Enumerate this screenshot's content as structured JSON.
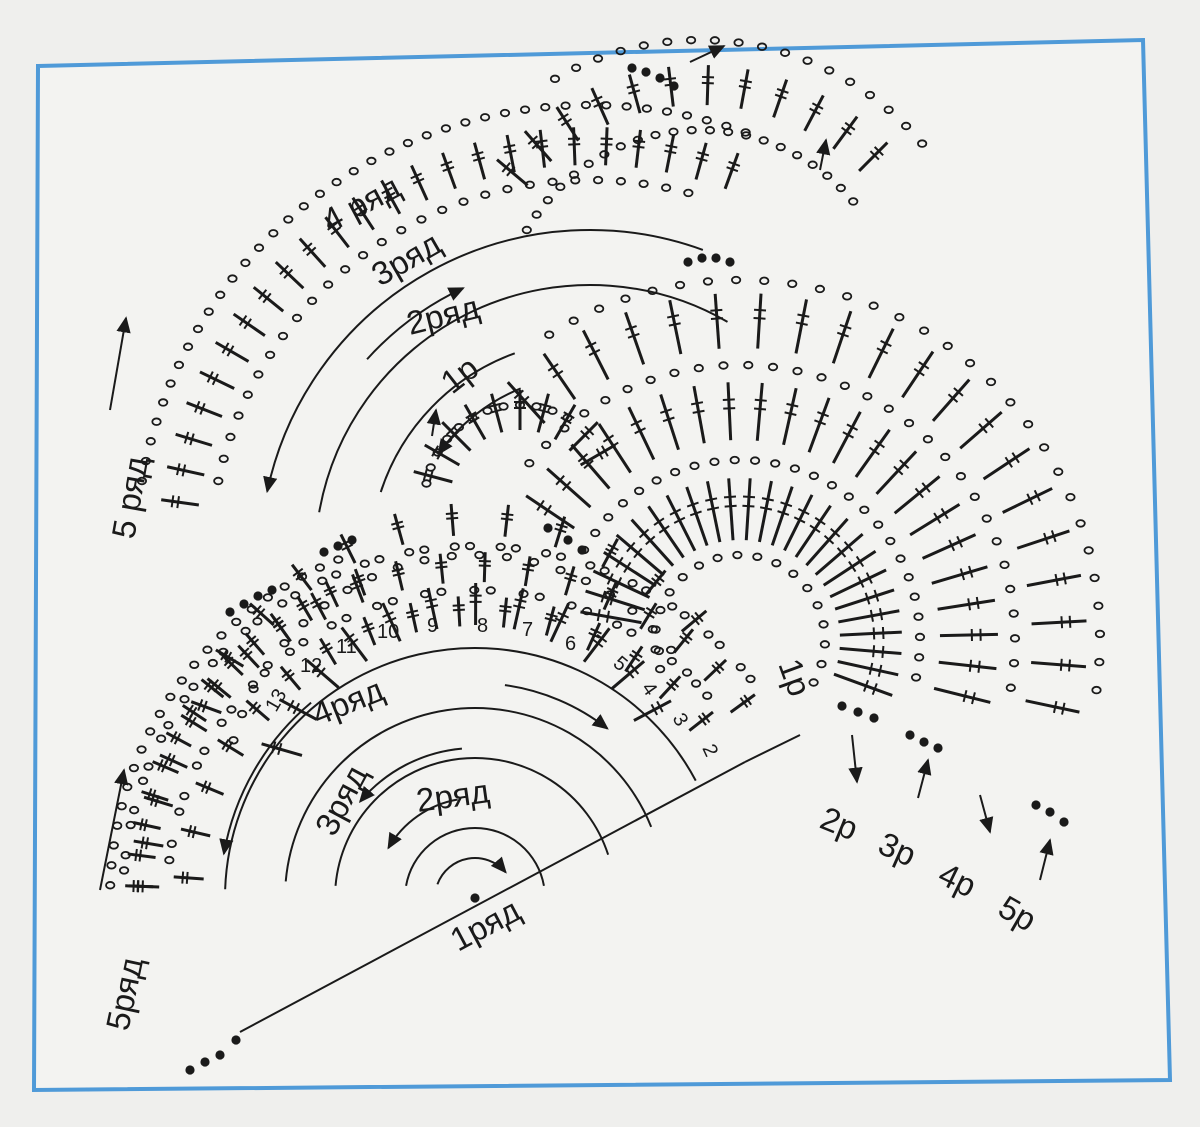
{
  "colors": {
    "page": "#efefed",
    "frame": "#4f9ad8",
    "ink": "#1a1a1a"
  },
  "labels": {
    "lower": {
      "row1": "1ряд",
      "row2": "2ряд",
      "row3": "3ряд",
      "row4": "4ряд",
      "row5": "5ряд"
    },
    "upper": {
      "row2": "2ряд",
      "row3": "3ряд",
      "row4": "4 ряд",
      "row5": "5 ряд"
    },
    "motif_small": "1р",
    "right_small": "1р",
    "side_rows": [
      "2р",
      "3р",
      "4р",
      "5р"
    ],
    "fan_numbers": [
      "2",
      "3",
      "4",
      "5",
      "6",
      "7",
      "8",
      "9",
      "10",
      "11",
      "12",
      "13"
    ]
  },
  "icons": [
    "arrow-icon",
    "chain-stitch-icon",
    "double-crochet-icon",
    "slip-stitch-icon"
  ]
}
